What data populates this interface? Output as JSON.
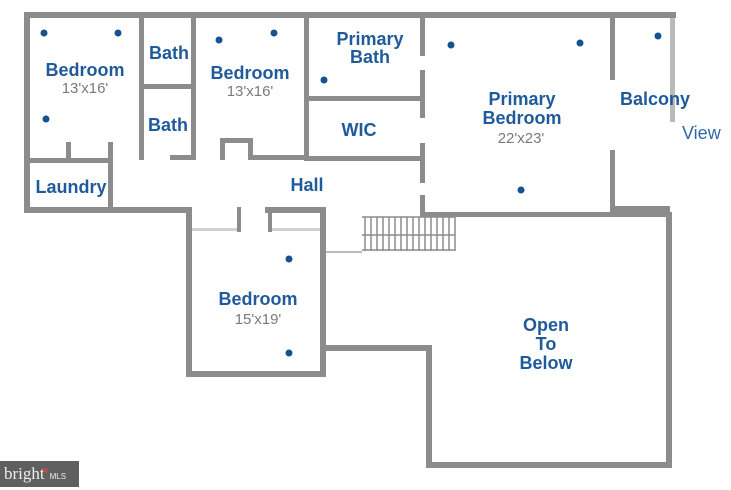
{
  "rooms": [
    {
      "id": "bedroom-1",
      "name": "Bedroom",
      "dims": "13'x16'"
    },
    {
      "id": "bath-1",
      "name": "Bath",
      "dims": ""
    },
    {
      "id": "bath-2",
      "name": "Bath",
      "dims": ""
    },
    {
      "id": "bedroom-2",
      "name": "Bedroom",
      "dims": "13'x16'"
    },
    {
      "id": "primary-bath",
      "name": "Primary\nBath",
      "name_line1": "Primary",
      "name_line2": "Bath",
      "dims": ""
    },
    {
      "id": "wic",
      "name": "WIC",
      "dims": ""
    },
    {
      "id": "primary-bedroom",
      "name": "Primary Bedroom",
      "name_line1": "Primary",
      "name_line2": "Bedroom",
      "dims": "22'x23'"
    },
    {
      "id": "balcony",
      "name": "Balcony",
      "dims": ""
    },
    {
      "id": "laundry",
      "name": "Laundry",
      "dims": ""
    },
    {
      "id": "hall",
      "name": "Hall",
      "dims": ""
    },
    {
      "id": "bedroom-3",
      "name": "Bedroom",
      "dims": "15'x19'"
    },
    {
      "id": "open-to-below",
      "name": "Open To Below",
      "name_line1": "Open",
      "name_line2": "To",
      "name_line3": "Below",
      "dims": ""
    }
  ],
  "annotations": {
    "view": "View"
  },
  "branding": {
    "logo_text": "bright",
    "logo_suffix": "MLS"
  },
  "colors": {
    "wall": "#8c8c8c",
    "label": "#1f5a9a",
    "dimension": "#7a7a7a",
    "fixture_dot": "#13538f"
  }
}
